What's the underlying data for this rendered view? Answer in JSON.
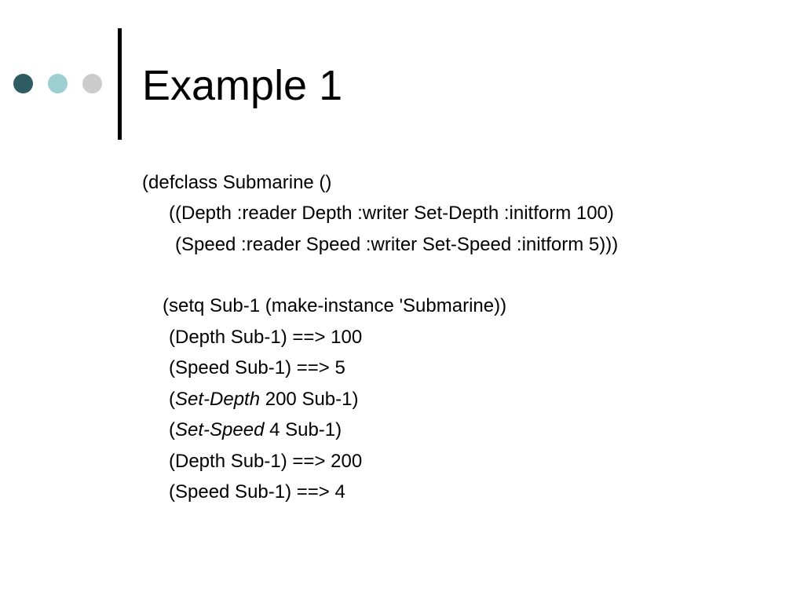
{
  "slide": {
    "title": "Example 1",
    "accent_colors": [
      "#2e5c63",
      "#9ccfd2",
      "#cccccc"
    ],
    "code": {
      "line1": "(defclass Submarine ()",
      "line2": "((Depth :reader Depth :writer Set-Depth :initform 100)",
      "line3": "(Speed :reader Speed :writer Set-Speed :initform 5)))",
      "line4": "(setq Sub-1 (make-instance 'Submarine))",
      "line5": "(Depth Sub-1) ==> 100",
      "line6": "(Speed Sub-1) ==> 5",
      "line7_open": "(",
      "line7_italic": "Set-Depth",
      "line7_rest": " 200 Sub-1)",
      "line8_open": "(",
      "line8_italic": "Set-Speed",
      "line8_rest": " 4 Sub-1)",
      "line9": "(Depth Sub-1) ==> 200",
      "line10": "(Speed Sub-1) ==> 4"
    }
  }
}
